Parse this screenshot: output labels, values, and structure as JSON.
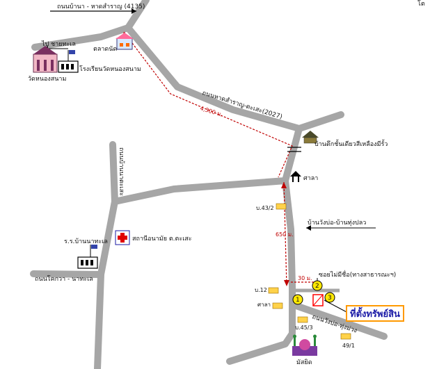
{
  "map": {
    "north_mark": "โต",
    "labels": {
      "road_top": "ถนนบ้านา - หาดสำราญ (4135)",
      "to_bay": "ไป ชายทะเล",
      "market": "ตลาดนัด",
      "school_nongsanam": "โรงเรียนวัดหนองสนาม",
      "temple_nongsanam": "วัดหนองสนาม",
      "road_diag": "ถนนหาดสำราญ-ตะเสะ(2027)",
      "dist_4300": "4,300 ม.",
      "single_house": "บ้านตึกชั้นเดียวสีเหลืองมีรั้ว",
      "road_vertical_left": "ถนนบ้านนาตะเสะ",
      "sala_top": "ศาลา",
      "house_43_2": "บ.43/2",
      "road_wangbo": "บ้านวังบ่อ-บ้านทุ่งปลว",
      "health_station": "สถานีอนามัย ต.ตะเสะ",
      "dist_650": "650 ม.",
      "school_bannatasa": "ร.ร.บ้านนาทะเล",
      "road_bottom_left": "ถนนโคกวา - นาทะเล",
      "dist_30": "30 ม.",
      "soi_noname": "ซอยไม่มีชื่อ(ทางสาธารณะฯ)",
      "house_12": "บ.12",
      "sala_bottom": "ศาลา",
      "road_bottom_diag": "ถนนวังบ่อ-ทุ่งม่วง",
      "house_45_3": "บ.45/3",
      "house_49_1": "49/1",
      "mosque": "มัสยิด",
      "property_location": "ที่ตั้งทรัพย์สิน",
      "marker_1": "1",
      "marker_2": "2",
      "marker_3": "3"
    }
  },
  "colors": {
    "road": "#a6a6a6",
    "route": "#c00000",
    "marker": "#ffe800",
    "highlight_box": "#ff9900",
    "property_text": "#1a1aa6",
    "plot_fill": "#ff0000"
  }
}
